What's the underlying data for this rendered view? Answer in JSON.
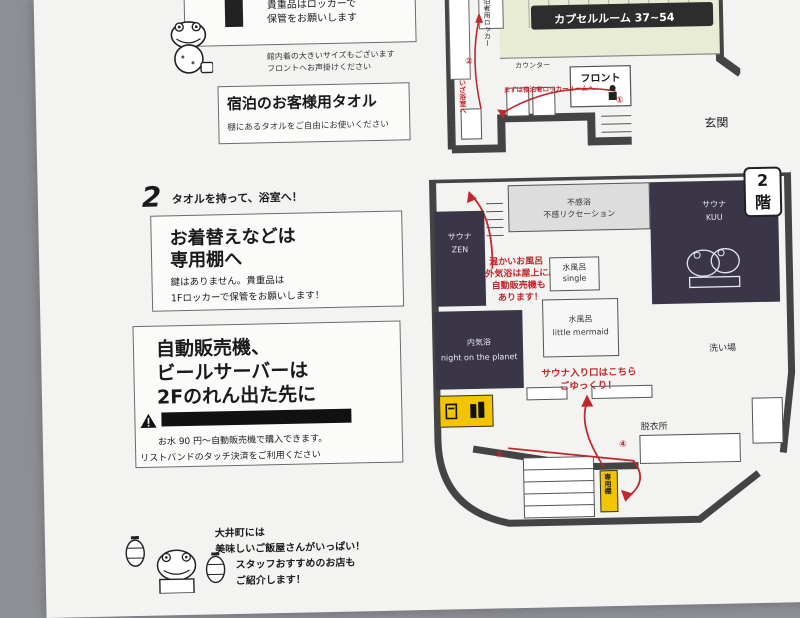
{
  "floor1": {
    "valuables_note_line1": "貴重品はロッカーで",
    "valuables_note_line2": "保管をお願いします",
    "large_items_line1": "館内着の大きいサイズもございます",
    "large_items_line2": "フロントへお声掛けください",
    "locker_label": "宿泊者用ロッカー",
    "capsule_label": "カプセルルーム 37~54",
    "counter_label": "カウンター",
    "front_label": "フロント",
    "entrance_label": "玄関",
    "first_locker_note": "まずは宿泊者ロッカールームへ",
    "to_bath_note": "いざ浴室へ",
    "counter_side_label": "カウンター",
    "step1": "①",
    "step2": "②"
  },
  "towel": {
    "title": "宿泊のお客様用タオル",
    "desc": "棚にあるタオルをご自由にお使いください"
  },
  "step2": {
    "number": "2",
    "heading": "タオルを持って、浴室へ！"
  },
  "changing": {
    "title_line1": "お着替えなどは",
    "title_line2": "専用棚へ",
    "desc_line1": "鍵はありません。貴重品は",
    "desc_line2": "1Fロッカーで保管をお願いします！"
  },
  "vending": {
    "title_line1": "自動販売機、",
    "title_line2": "ビールサーバーは",
    "title_line3": "2Fのれん出た先に",
    "desc_line1": "お水 90 円～自動販売機で購入できます。",
    "desc_line2": "リストバンドのタッチ決済をご利用ください"
  },
  "floor2": {
    "floor_badge_line1": "2",
    "floor_badge_line2": "階",
    "fukan_line1": "不感浴",
    "fukan_line2": "不感リクセーション",
    "sauna_zen_line1": "サウナ",
    "sauna_zen_line2": "ZEN",
    "sauna_kuu_line1": "サウナ",
    "sauna_kuu_line2": "KUU",
    "warm_bath_note_line1": "温かいお風呂",
    "warm_bath_note_line2": "外気浴は屋上に。",
    "warm_bath_note_line3": "自動販売機も",
    "warm_bath_note_line4": "あります！",
    "cold_single_line1": "水風呂",
    "cold_single_line2": "single",
    "cold_mermaid_line1": "水風呂",
    "cold_mermaid_line2": "little mermaid",
    "inner_bath_line1": "内気浴",
    "inner_bath_line2": "night on the planet",
    "wash_area": "洗い場",
    "sauna_entrance_line1": "サウナ入り口はこちら",
    "sauna_entrance_line2": "ごゆっくり！",
    "dressing_room": "脱衣所",
    "dedicated_shelf": "専用棚",
    "step3": "③",
    "step4": "④"
  },
  "footer": {
    "line1": "大井町には",
    "line2": "美味しいご飯屋さんがいっぱい！",
    "line3": "スタッフおすすめのお店も",
    "line4": "ご紹介します！"
  },
  "colors": {
    "accent_red": "#c0282d",
    "dark_room": "#3b3548",
    "vending_yellow": "#f2c500",
    "floor_green": "#e8ecd5"
  }
}
